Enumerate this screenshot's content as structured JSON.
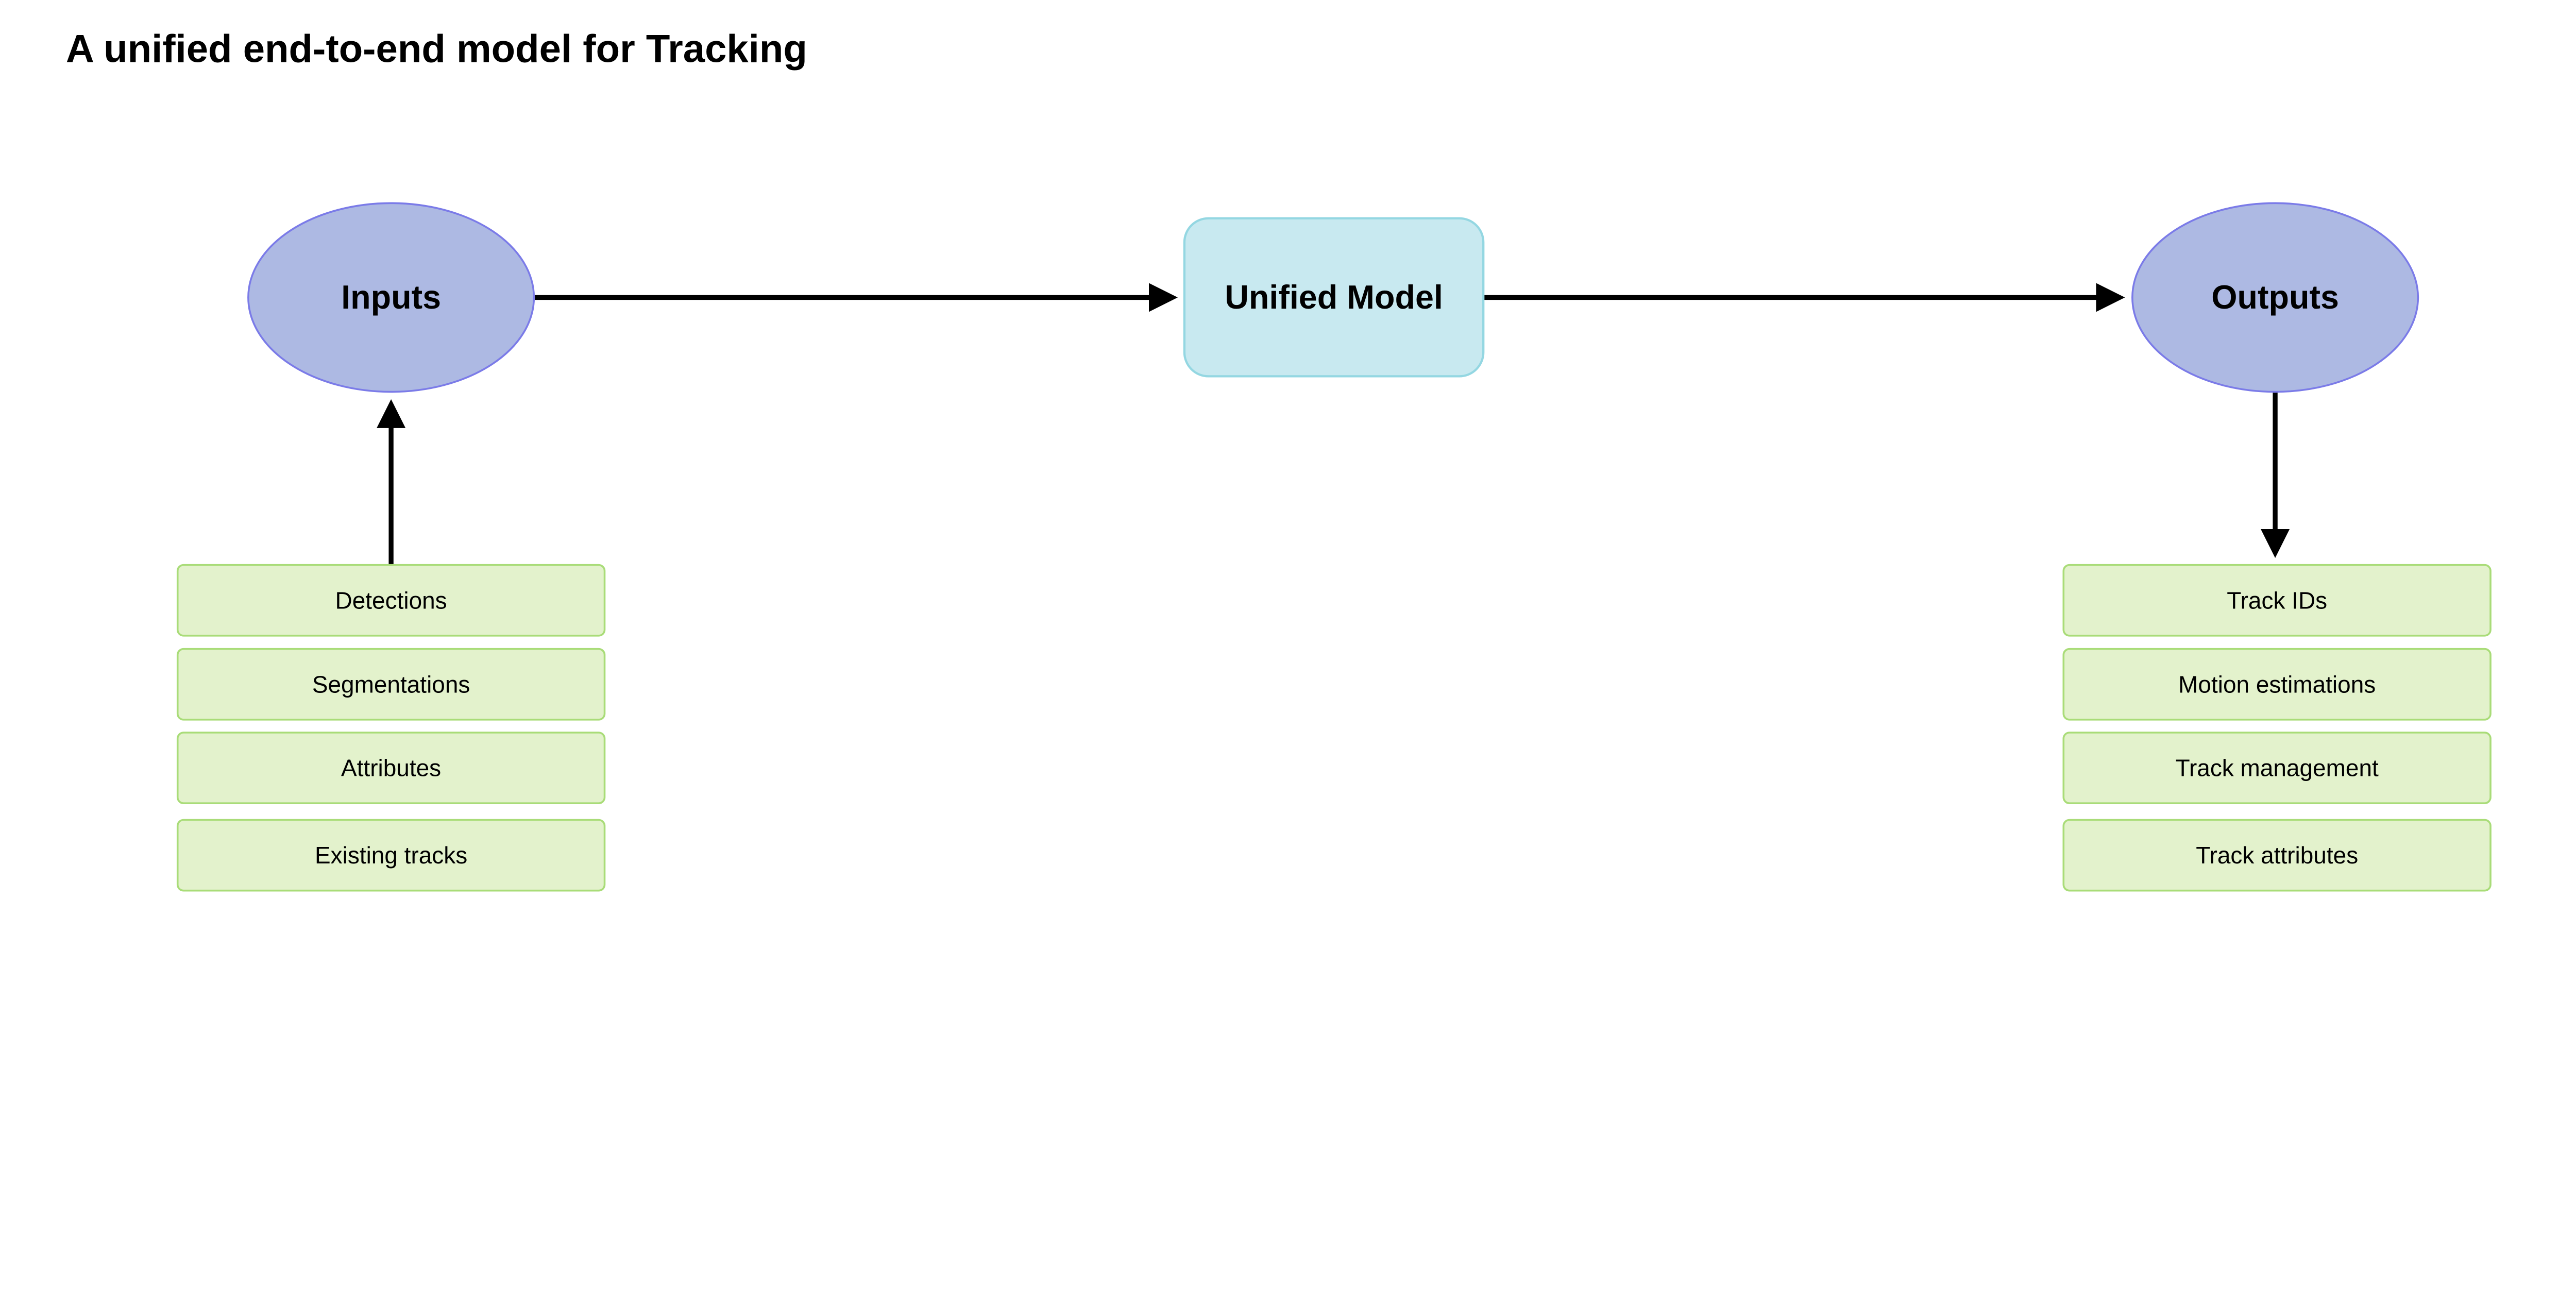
{
  "title": "A unified end-to-end model for Tracking",
  "nodes": {
    "inputs": "Inputs",
    "model": "Unified Model",
    "outputs": "Outputs"
  },
  "input_items": [
    "Detections",
    "Segmentations",
    "Attributes",
    "Existing tracks"
  ],
  "output_items": [
    "Track IDs",
    "Motion estimations",
    "Track management",
    "Track attributes"
  ],
  "colors": {
    "ellipse_fill": "#adb9e3",
    "ellipse_stroke": "#7b7be8",
    "model_fill": "#c8e9f0",
    "model_stroke": "#94d7e2",
    "item_fill": "#e3f2cc",
    "item_stroke": "#a9dc78",
    "arrow": "#000000"
  }
}
